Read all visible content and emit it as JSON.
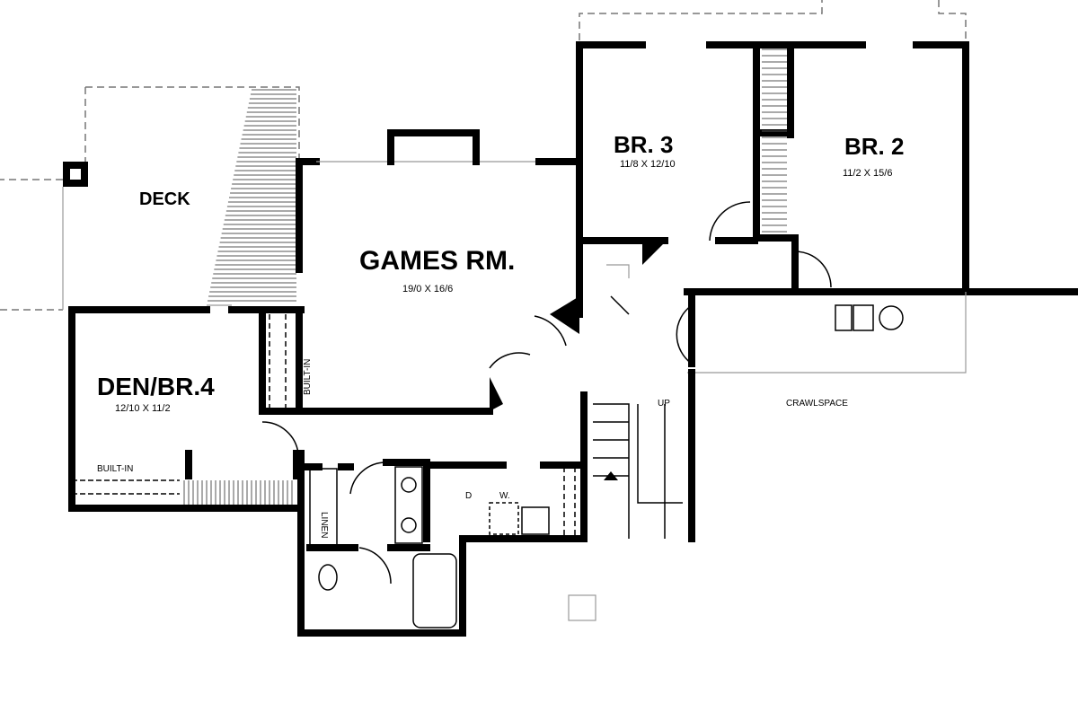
{
  "rooms": {
    "deck": {
      "name": "DECK"
    },
    "games": {
      "name": "GAMES RM.",
      "size": "19/0 X 16/6"
    },
    "den": {
      "name": "DEN/BR.4",
      "size": "12/10 X 11/2"
    },
    "br3": {
      "name": "BR. 3",
      "size": "11/8 X 12/10"
    },
    "br2": {
      "name": "BR. 2",
      "size": "11/2 X 15/6"
    }
  },
  "labels": {
    "built_in_vertical": "BUILT-IN",
    "built_in_den": "BUILT-IN",
    "linen": "LINEN",
    "dryer": "D",
    "washer": "W.",
    "stairs_up": "UP",
    "crawlspace": "CRAWLSPACE"
  }
}
